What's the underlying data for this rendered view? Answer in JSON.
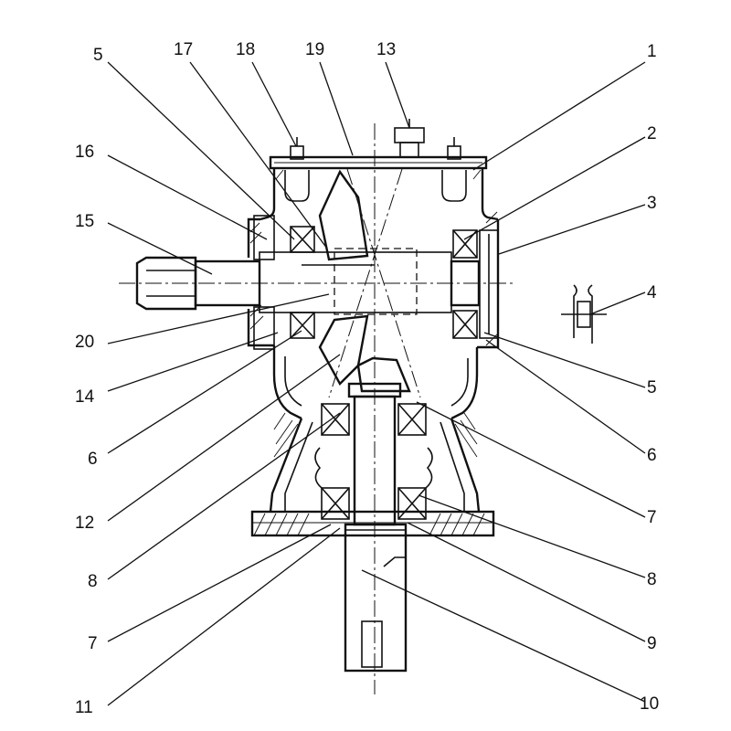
{
  "figure": {
    "callouts": [
      {
        "id": "c5a",
        "text": "5"
      },
      {
        "id": "c17",
        "text": "17"
      },
      {
        "id": "c18",
        "text": "18"
      },
      {
        "id": "c19",
        "text": "19"
      },
      {
        "id": "c13",
        "text": "13"
      },
      {
        "id": "c1",
        "text": "1"
      },
      {
        "id": "c2",
        "text": "2"
      },
      {
        "id": "c16",
        "text": "16"
      },
      {
        "id": "c3",
        "text": "3"
      },
      {
        "id": "c15",
        "text": "15"
      },
      {
        "id": "c4",
        "text": "4"
      },
      {
        "id": "c20",
        "text": "20"
      },
      {
        "id": "c14",
        "text": "14"
      },
      {
        "id": "c5b",
        "text": "5"
      },
      {
        "id": "c6a",
        "text": "6"
      },
      {
        "id": "c6b",
        "text": "6"
      },
      {
        "id": "c12",
        "text": "12"
      },
      {
        "id": "c7a",
        "text": "7"
      },
      {
        "id": "c8a",
        "text": "8"
      },
      {
        "id": "c8b",
        "text": "8"
      },
      {
        "id": "c7b",
        "text": "7"
      },
      {
        "id": "c9",
        "text": "9"
      },
      {
        "id": "c11",
        "text": "11"
      },
      {
        "id": "c10",
        "text": "10"
      }
    ]
  }
}
